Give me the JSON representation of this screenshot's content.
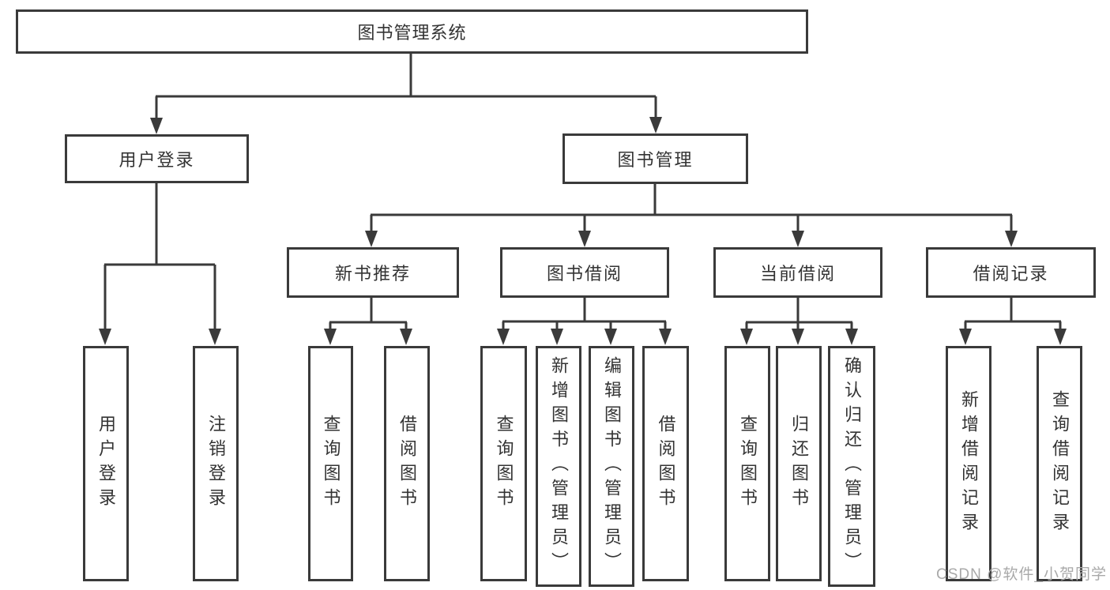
{
  "diagram": {
    "type": "hierarchy-tree",
    "title": "图书管理系统",
    "colors": {
      "line": "#3a3a3a",
      "box_border": "#3a3a3a",
      "text": "#333333",
      "background": "#ffffff",
      "watermark": "#a9a9a9"
    }
  },
  "nodes": {
    "root": "图书管理系统",
    "user_login": "用户登录",
    "book_mgmt": "图书管理",
    "new_books": "新书推荐",
    "book_borrow": "图书借阅",
    "current_borrow": "当前借阅",
    "borrow_records": "借阅记录",
    "leaf_user_login": "用户登录",
    "leaf_logout": "注销登录",
    "leaf_nb_query": "查询图书",
    "leaf_nb_borrow": "借阅图书",
    "leaf_bb_query": "查询图书",
    "leaf_bb_add": "新增图书（管理员）",
    "leaf_bb_edit": "编辑图书（管理员）",
    "leaf_bb_borrow": "借阅图书",
    "leaf_cb_query": "查询图书",
    "leaf_cb_return": "归还图书",
    "leaf_cb_confirm": "确认归还（管理员）",
    "leaf_br_add": "新增借阅记录",
    "leaf_br_query": "查询借阅记录"
  },
  "hierarchy": {
    "图书管理系统": {
      "用户登录": [
        "用户登录",
        "注销登录"
      ],
      "图书管理": {
        "新书推荐": [
          "查询图书",
          "借阅图书"
        ],
        "图书借阅": [
          "查询图书",
          "新增图书（管理员）",
          "编辑图书（管理员）",
          "借阅图书"
        ],
        "当前借阅": [
          "查询图书",
          "归还图书",
          "确认归还（管理员）"
        ],
        "借阅记录": [
          "新增借阅记录",
          "查询借阅记录"
        ]
      }
    }
  },
  "watermark": "CSDN @软件_小贺同学"
}
